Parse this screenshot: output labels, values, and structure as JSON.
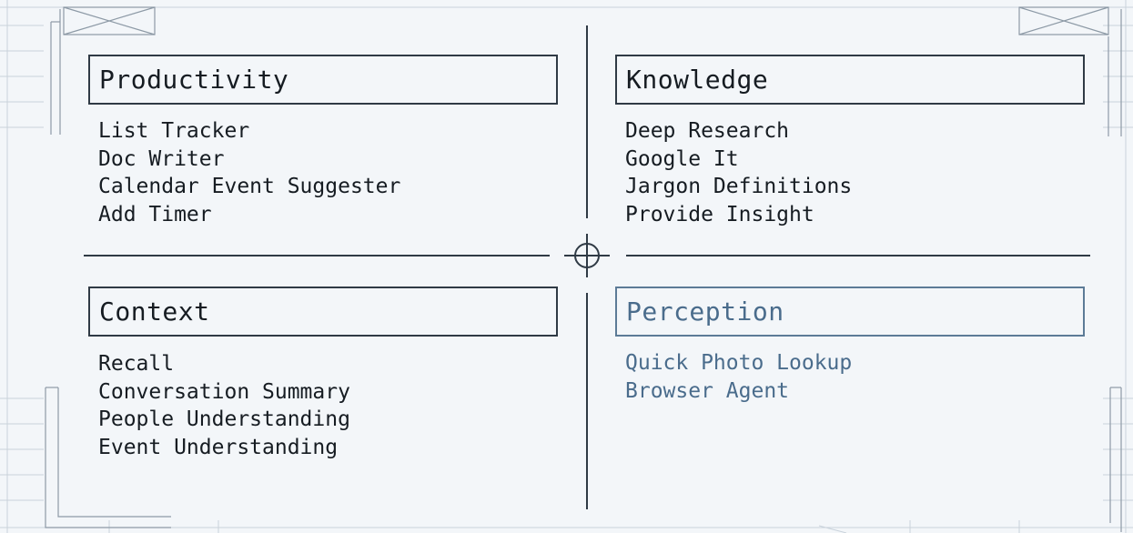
{
  "quadrants": {
    "productivity": {
      "title": "Productivity",
      "items": [
        "List Tracker",
        "Doc Writer",
        "Calendar Event Suggester",
        "Add Timer"
      ]
    },
    "knowledge": {
      "title": "Knowledge",
      "items": [
        "Deep Research",
        "Google It",
        "Jargon Definitions",
        "Provide Insight"
      ]
    },
    "context": {
      "title": "Context",
      "items": [
        "Recall",
        "Conversation Summary",
        "People Understanding",
        "Event Understanding"
      ]
    },
    "perception": {
      "title": "Perception",
      "items": [
        "Quick Photo Lookup",
        "Browser Agent"
      ]
    }
  },
  "colors": {
    "background": "#f3f6f9",
    "ink": "#161c22",
    "line": "#2f3a45",
    "accent": "#4a6c8c",
    "faint": "#c9d2db"
  },
  "icons": {
    "center": "crosshair-icon",
    "corners": "crossed-box-icon"
  }
}
